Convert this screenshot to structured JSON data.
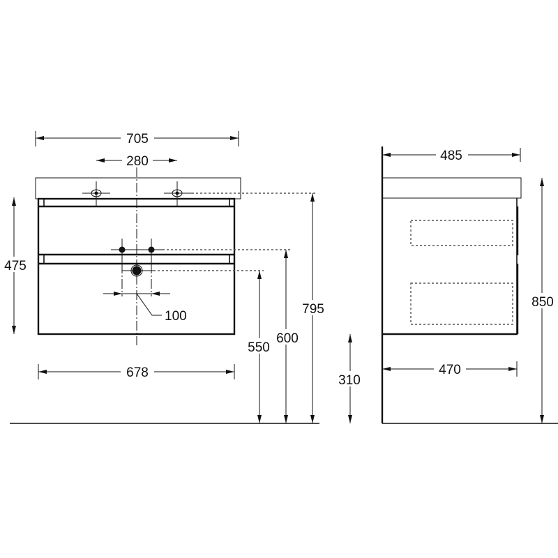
{
  "front_view": {
    "overall_width": "705",
    "tap_spacing": "280",
    "cabinet_width": "678",
    "cabinet_height": "475",
    "drain_spacing": "100",
    "tap_height": "795",
    "water_inlet_height": "600",
    "drain_height": "550",
    "floor_to_cabinet_bottom": "310"
  },
  "side_view": {
    "top_depth": "485",
    "cabinet_depth": "470",
    "overall_height": "850"
  }
}
